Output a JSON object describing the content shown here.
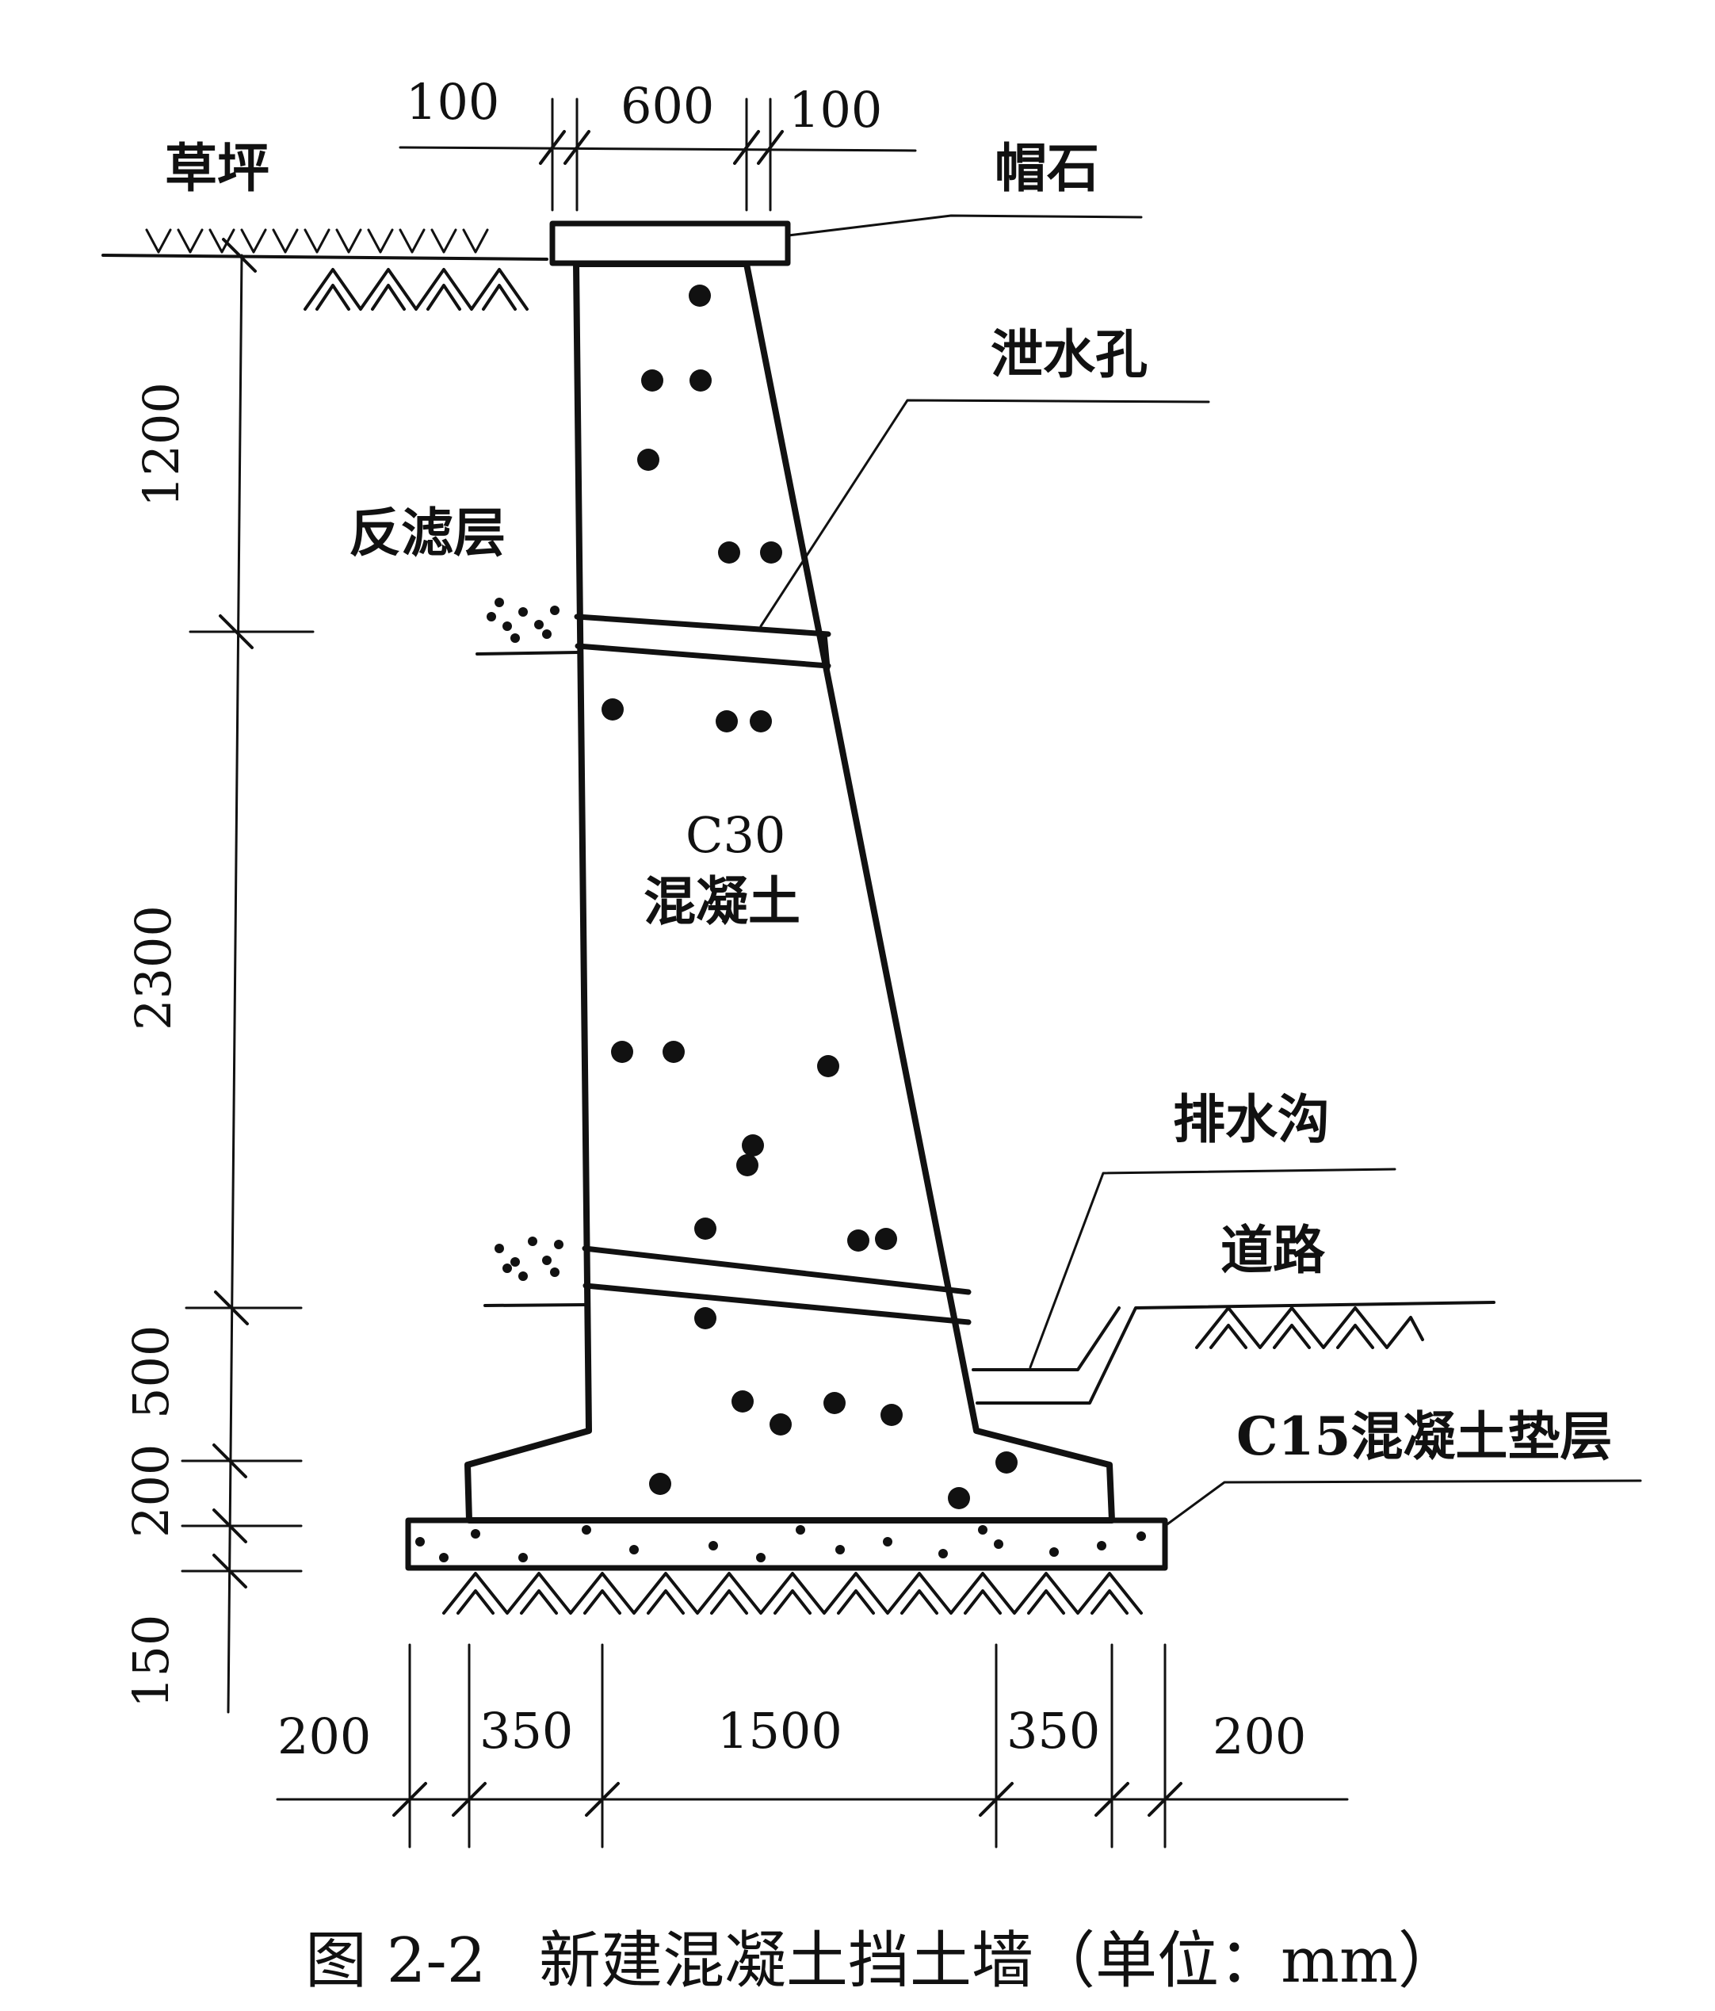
{
  "labels": {
    "lawn": "草坪",
    "coping_stone": "帽石",
    "weep_hole": "泄水孔",
    "filter_layer": "反滤层",
    "concrete_grade": "C30",
    "concrete_word": "混凝土",
    "drain_ditch": "排水沟",
    "road": "道路",
    "cushion": "C15混凝土垫层"
  },
  "dims_top": [
    "100",
    "600",
    "100"
  ],
  "dims_left": [
    "1200",
    "2300",
    "500",
    "200",
    "150"
  ],
  "dims_bottom": [
    "200",
    "350",
    "1500",
    "350",
    "200"
  ],
  "caption": {
    "number": "图 2-2",
    "title": "新建混凝土挡土墙（单位：mm）"
  },
  "colors": {
    "ink": "#111111",
    "background": "#ffffff"
  }
}
